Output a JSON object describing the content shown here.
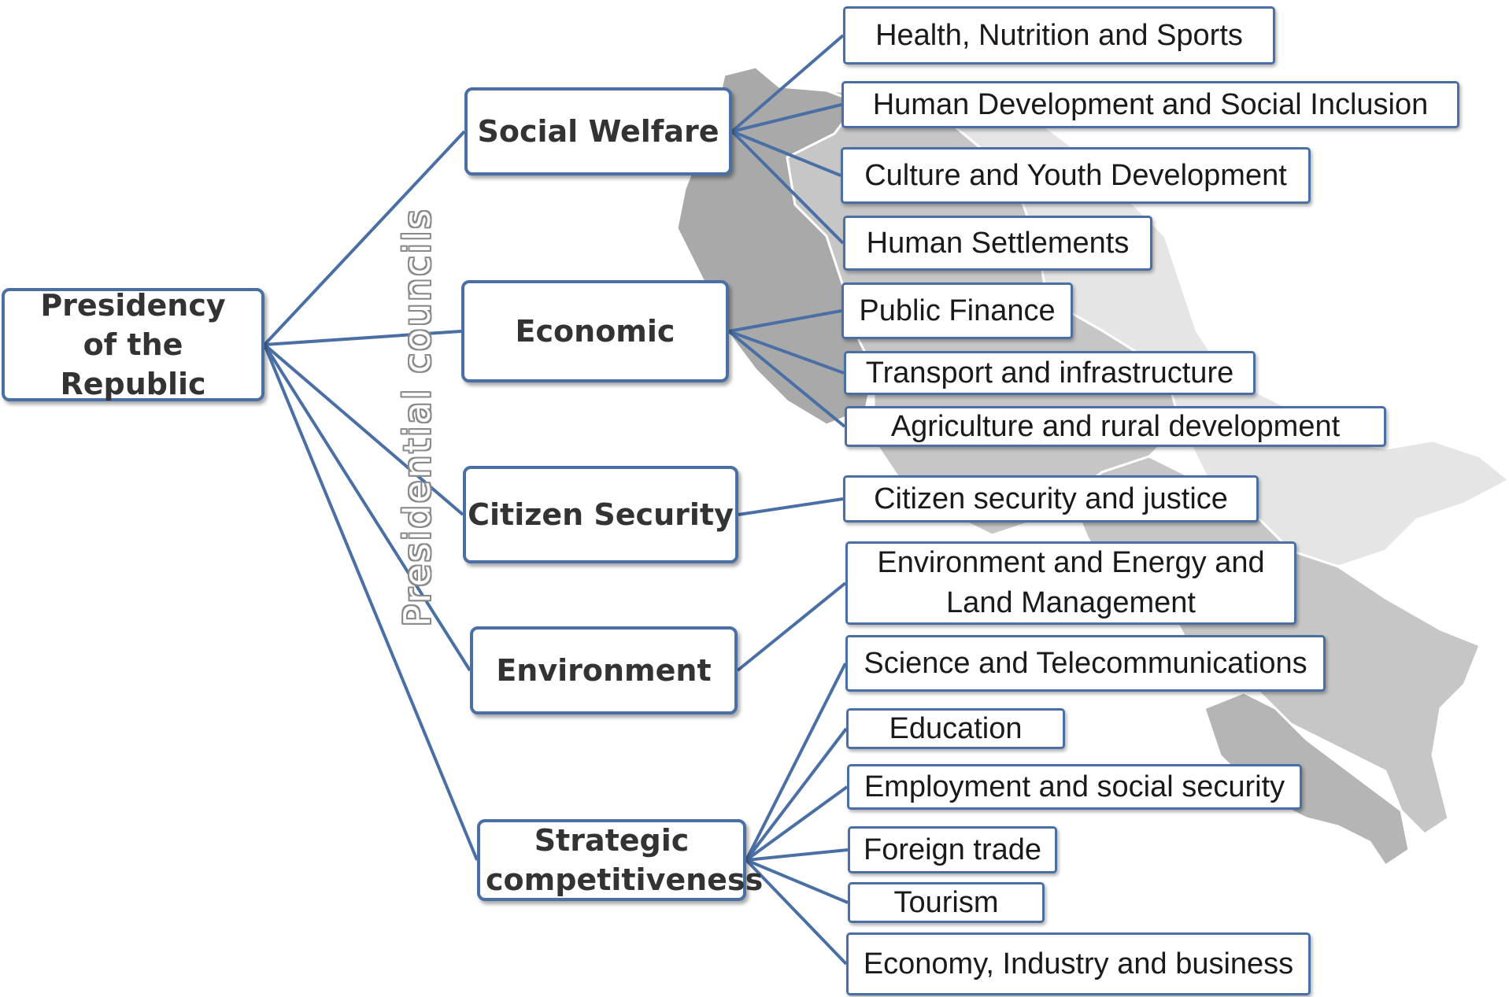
{
  "root": {
    "label": "Presidency of the Republic"
  },
  "group_label": "Presidential councils",
  "councils": [
    {
      "label": "Social Welfare"
    },
    {
      "label": "Economic"
    },
    {
      "label": "Citizen Security"
    },
    {
      "label": "Environment"
    },
    {
      "label": "Strategic competitiveness"
    }
  ],
  "topics": {
    "social_welfare": [
      "Health, Nutrition and Sports",
      "Human Development and Social Inclusion",
      "Culture and Youth Development",
      "Human Settlements"
    ],
    "economic": [
      "Public Finance",
      "Transport and infrastructure",
      "Agriculture and rural development"
    ],
    "citizen_security": [
      "Citizen security and justice"
    ],
    "environment": [
      "Environment and Energy and Land Management"
    ],
    "strategic_competitiveness": [
      "Science and Telecommunications",
      "Education",
      "Employment and social security",
      "Foreign trade",
      "Tourism",
      "Economy, Industry and business"
    ]
  },
  "colors": {
    "line": "#4a6fa5",
    "box_border": "#4a6fa5",
    "map_dark": "#a9a9a9",
    "map_mid": "#c8c8c8",
    "map_light": "#e6e6e6"
  }
}
